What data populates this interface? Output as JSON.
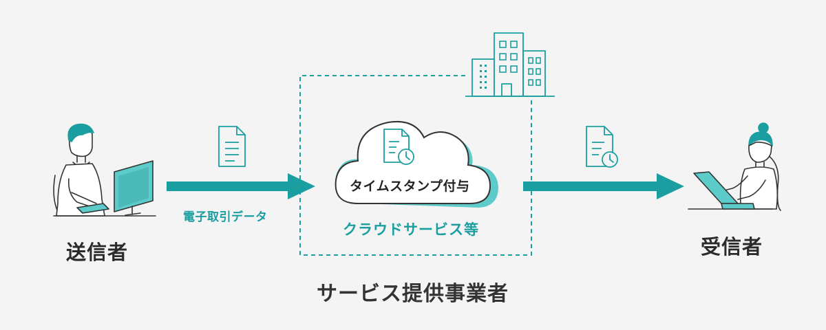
{
  "labels": {
    "sender": "送信者",
    "receiver": "受信者",
    "data": "電子取引データ",
    "timestamp": "タイムスタンプ付与",
    "cloud": "クラウドサービス等",
    "provider": "サービス提供事業者"
  },
  "colors": {
    "teal": "#1a9ea0",
    "teal_light": "#5ccbc9",
    "line": "#333333",
    "background": "#f4f4f4"
  }
}
